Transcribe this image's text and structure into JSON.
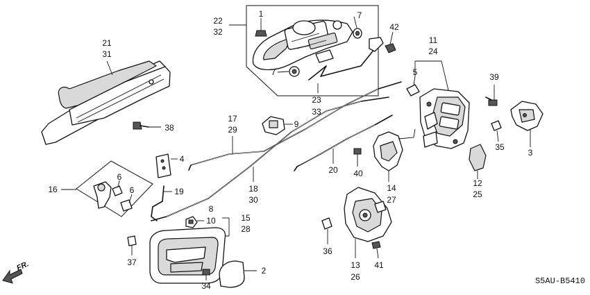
{
  "diagram_code": "S5AU-B5410",
  "direction_label": "FR.",
  "labels": {
    "p1": "1",
    "p2": "2",
    "p3": "3",
    "p4": "4",
    "p5": "5",
    "p6a": "6",
    "p6b": "6",
    "p7a": "7",
    "p7b": "7",
    "p8": "8",
    "p9": "9",
    "p10": "10",
    "p11": "11",
    "p12": "12",
    "p13": "13",
    "p14": "14",
    "p15": "15",
    "p16": "16",
    "p17": "17",
    "p18": "18",
    "p19": "19",
    "p20": "20",
    "p21": "21",
    "p22": "22",
    "p23": "23",
    "p24": "24",
    "p25": "25",
    "p26": "26",
    "p27": "27",
    "p28": "28",
    "p29": "29",
    "p30": "30",
    "p31": "31",
    "p32": "32",
    "p33": "33",
    "p34": "34",
    "p35": "35",
    "p36": "36",
    "p37": "37",
    "p38": "38",
    "p39": "39",
    "p40": "40",
    "p41": "41",
    "p42": "42"
  }
}
